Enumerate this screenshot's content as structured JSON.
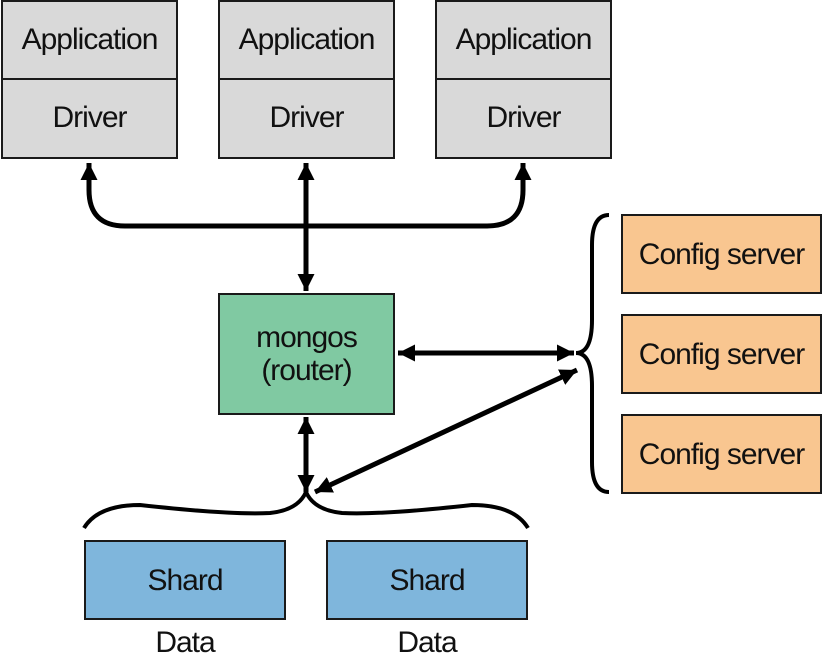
{
  "colors": {
    "app_fill": "#d9d9d9",
    "mongos_fill": "#80c9a2",
    "config_fill": "#f9c690",
    "shard_fill": "#7fb6dc",
    "stroke": "#1a1a1a"
  },
  "apps": [
    {
      "application": "Application",
      "driver": "Driver"
    },
    {
      "application": "Application",
      "driver": "Driver"
    },
    {
      "application": "Application",
      "driver": "Driver"
    }
  ],
  "mongos": {
    "line1": "mongos",
    "line2": "(router)"
  },
  "config_servers": [
    {
      "label": "Config server"
    },
    {
      "label": "Config server"
    },
    {
      "label": "Config server"
    }
  ],
  "shards": [
    {
      "label": "Shard",
      "caption": "Data"
    },
    {
      "label": "Shard",
      "caption": "Data"
    }
  ]
}
